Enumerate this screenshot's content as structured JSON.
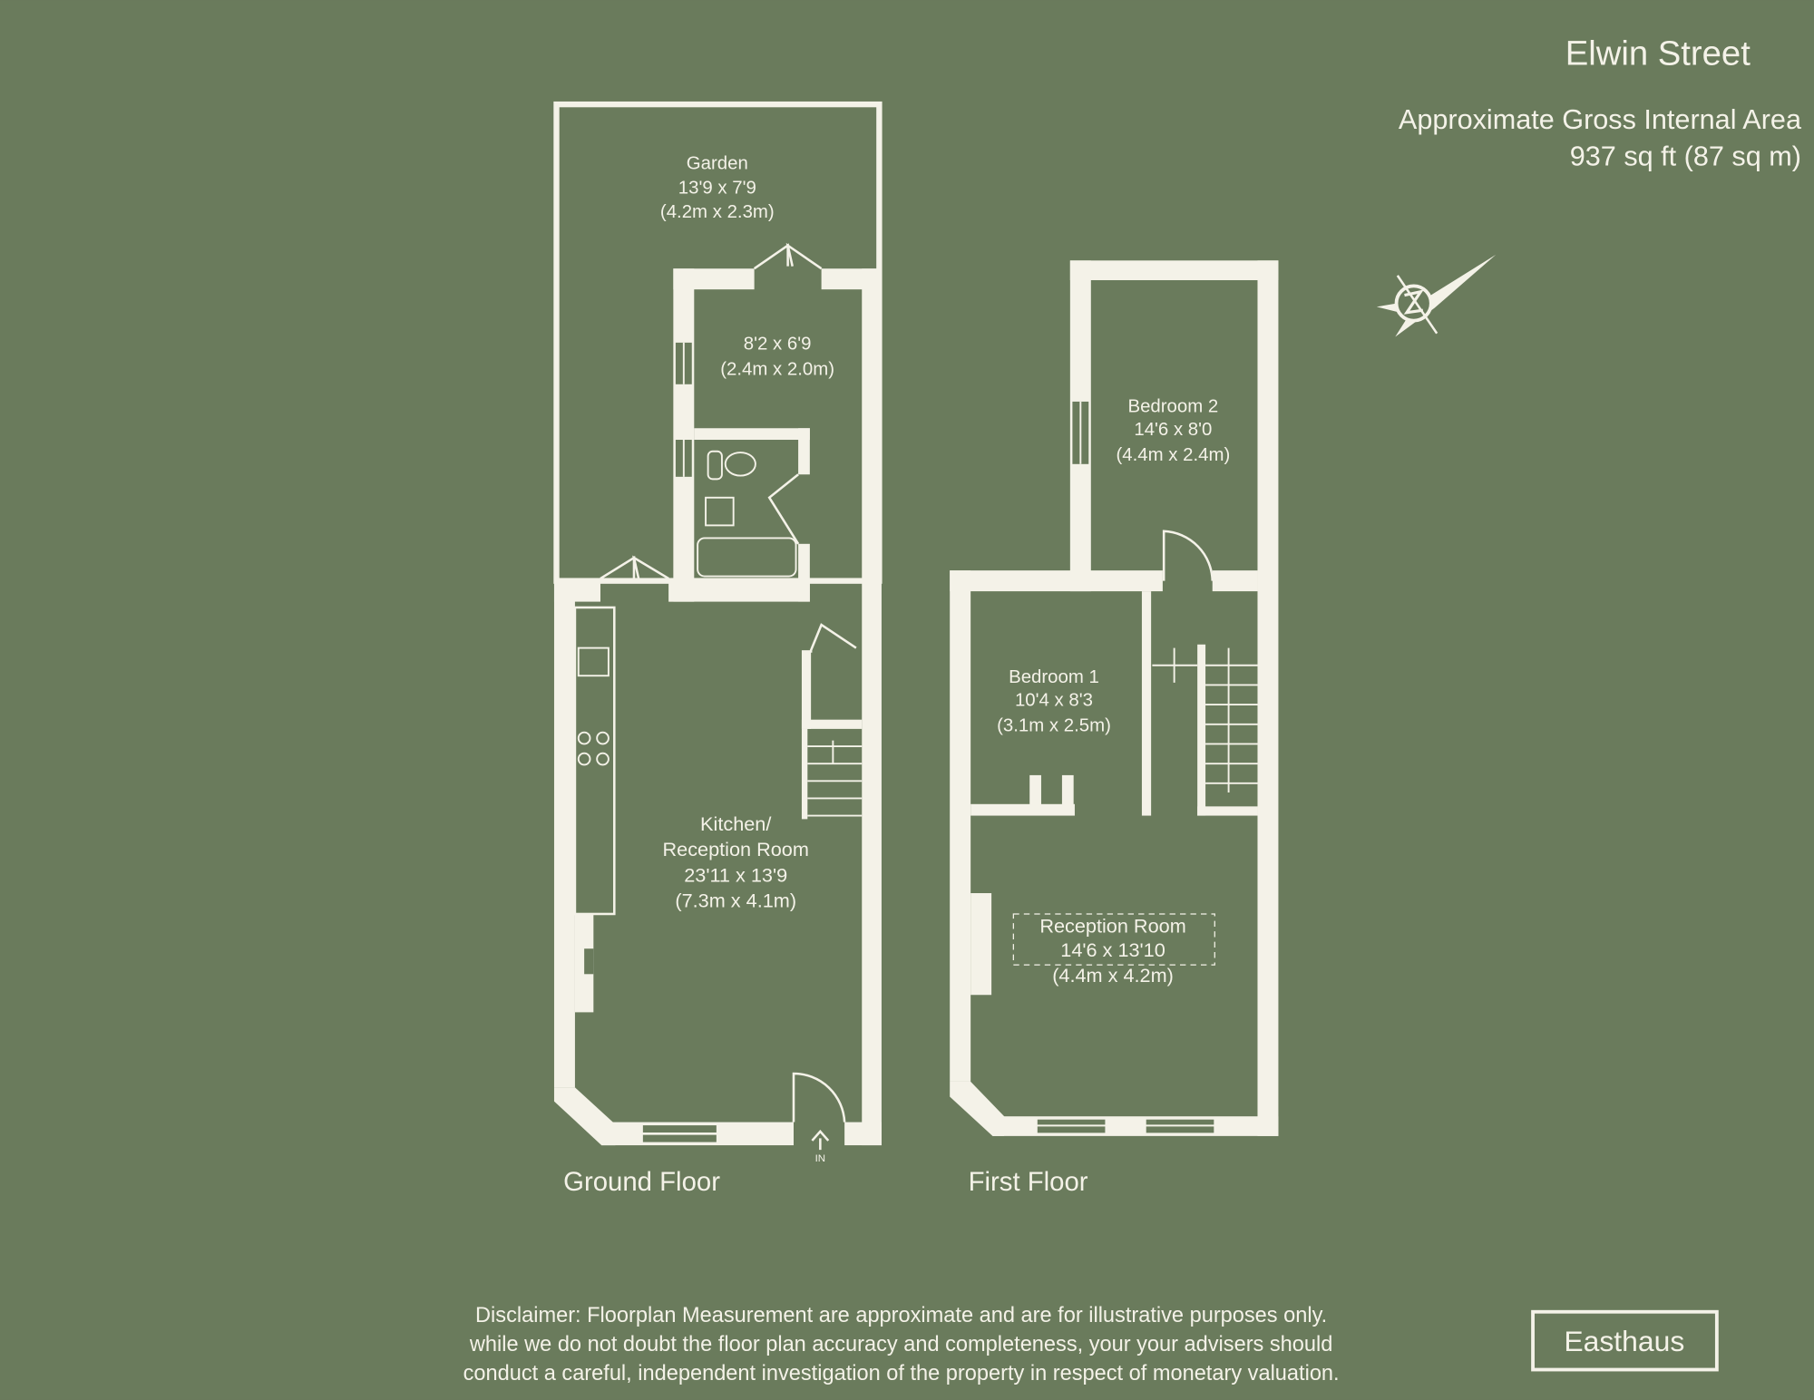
{
  "header": {
    "title": "Elwin Street",
    "area_label": "Approximate Gross Internal Area",
    "area_value": "937 sq ft (87 sq m)"
  },
  "compass": {
    "icon": "north-compass-icon"
  },
  "ground_floor": {
    "label": "Ground Floor",
    "entrance_label": "IN",
    "rooms": [
      {
        "name": "Garden",
        "imperial": "13'9 x 7'9",
        "metric": "(4.2m x 2.3m)"
      },
      {
        "name": "",
        "imperial": "8'2 x 6'9",
        "metric": "(2.4m x 2.0m)"
      },
      {
        "name": "Kitchen/",
        "name2": "Reception Room",
        "imperial": "23'11 x 13'9",
        "metric": "(7.3m x 4.1m)"
      }
    ]
  },
  "first_floor": {
    "label": "First Floor",
    "rooms": [
      {
        "name": "Bedroom 2",
        "imperial": "14'6 x 8'0",
        "metric": "(4.4m x 2.4m)"
      },
      {
        "name": "Bedroom 1",
        "imperial": "10'4 x 8'3",
        "metric": "(3.1m x 2.5m)"
      },
      {
        "name": "Reception Room",
        "imperial": "14'6 x 13'10",
        "metric": "(4.4m x 4.2m)"
      }
    ]
  },
  "disclaimer": [
    "Disclaimer: Floorplan Measurement are approximate and are for illustrative purposes only.",
    "while we do not doubt the floor plan accuracy and completeness, your your advisers should",
    "conduct a careful, independent investigation of the property in respect of monetary valuation."
  ],
  "brand": "Easthaus",
  "colors": {
    "background": "#6a7b5c",
    "walls": "#f4f2e8"
  }
}
